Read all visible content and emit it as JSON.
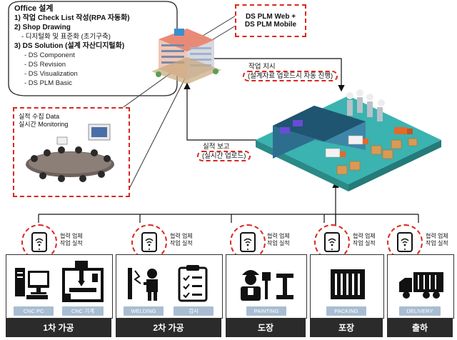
{
  "office": {
    "title": "Office 설계",
    "items": [
      {
        "label": "1) 작업 Check List 작성(RPA 자동화)",
        "subs": []
      },
      {
        "label": "2) Shop Drawing",
        "subs": [
          "- 디지털화 및 표준화 (초기구축)"
        ]
      },
      {
        "label": "3) DS Solution (설계 자산디지털화)",
        "subs": [
          "- DS Component",
          "- DS Revision",
          "- DS Visualization",
          "- DS PLM Basic"
        ]
      }
    ]
  },
  "plm": {
    "line1": "DS PLM Web +",
    "line2": "DS PLM Mobile"
  },
  "work_order": {
    "title": "작업 지시",
    "sub": "(설계자료 업로드시 자동 진행)"
  },
  "report": {
    "title": "실적 보고",
    "sub": "(실시간 업로드)"
  },
  "monitor": {
    "line1": "실적 수집 Data",
    "line2": "실시간 Monitoring"
  },
  "partner_label": {
    "line1": "협력 업체",
    "line2": "작업 실적"
  },
  "sections": [
    {
      "title": "1차 가공",
      "pills": [
        "CNC PC",
        "CNC 기계"
      ]
    },
    {
      "title": "2차 가공",
      "pills": [
        "WELDING",
        "검사"
      ]
    },
    {
      "title": "도장",
      "pills": [
        "PAINTING"
      ]
    },
    {
      "title": "포장",
      "pills": [
        "PACKING"
      ]
    },
    {
      "title": "출하",
      "pills": [
        "DELIVERY"
      ]
    }
  ],
  "colors": {
    "accent_red": "#d9281f",
    "pill_blue": "#a9bdd2",
    "title_bar": "#2b2b2b",
    "factory_teal": "#3bb3b0"
  }
}
